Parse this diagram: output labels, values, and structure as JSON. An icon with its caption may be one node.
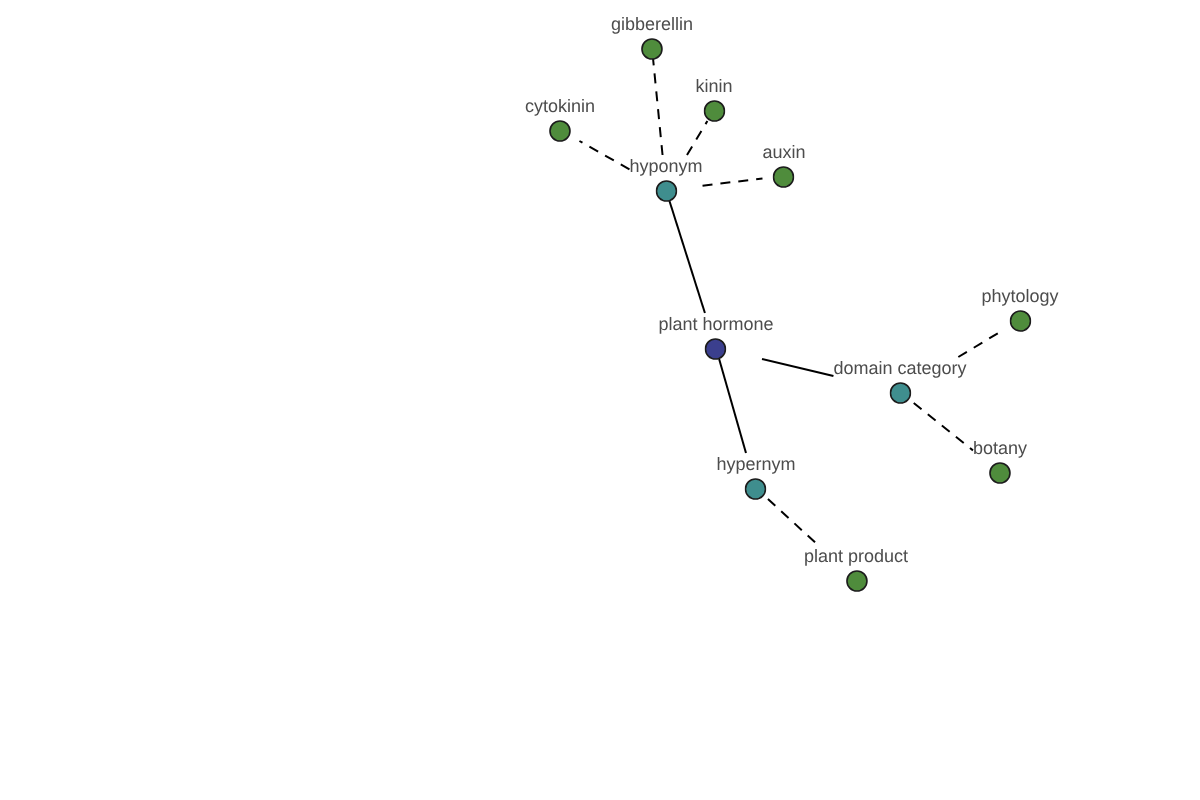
{
  "diagram": {
    "nodes": [
      {
        "text": [
          "gibberellin"
        ]
      },
      {
        "text": [
          "kinin"
        ]
      },
      {
        "text": [
          "cytokinin"
        ]
      },
      {
        "text": [
          "auxin"
        ]
      },
      {
        "text": [
          "hyponym"
        ]
      },
      {
        "text": [
          "plant hormone"
        ]
      },
      {
        "text": [
          "phytology"
        ]
      },
      {
        "text": [
          "domain category"
        ]
      },
      {
        "text": [
          "botany"
        ]
      },
      {
        "text": [
          "hypernym"
        ]
      },
      {
        "text": [
          "plant product"
        ]
      }
    ],
    "edges": [
      {
        "from": 5,
        "to": 4,
        "arrow": "none"
      },
      {
        "from": 4,
        "to": 0,
        "arrow": "none",
        "style": "dashed"
      },
      {
        "from": 4,
        "to": 1,
        "arrow": "none",
        "style": "dashed"
      },
      {
        "from": 4,
        "to": 2,
        "arrow": "none",
        "style": "dashed"
      },
      {
        "from": 4,
        "to": 3,
        "arrow": "none",
        "style": "dashed"
      },
      {
        "from": 5,
        "to": 7,
        "arrow": "none"
      },
      {
        "from": 7,
        "to": 6,
        "arrow": "none",
        "style": "dashed"
      },
      {
        "from": 7,
        "to": 8,
        "arrow": "none",
        "style": "dashed"
      },
      {
        "from": 5,
        "to": 9,
        "arrow": "none"
      },
      {
        "from": 9,
        "to": 10,
        "arrow": "none",
        "style": "dashed"
      }
    ]
  }
}
